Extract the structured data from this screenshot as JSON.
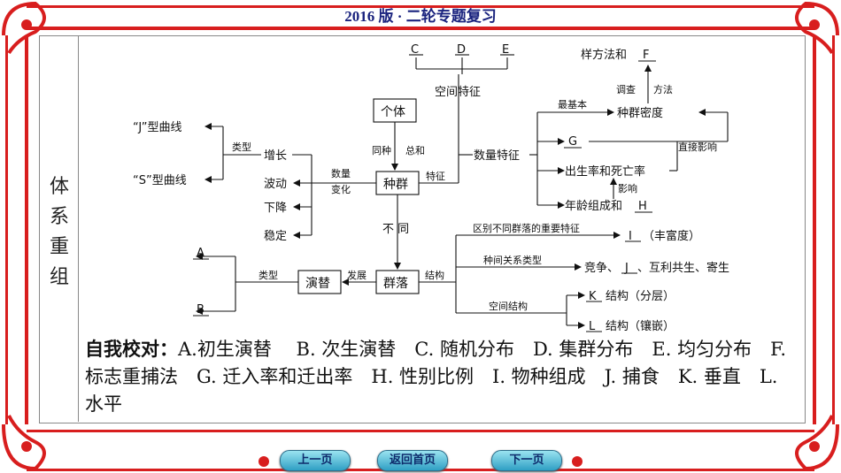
{
  "header": {
    "title": "2016 版 · 二轮专题复习"
  },
  "side": {
    "title": "体系重组"
  },
  "diagram": {
    "individual": "个体",
    "population": "种群",
    "community": "群落",
    "succession": "演替",
    "same_species": "同种",
    "sum": "总和",
    "feature": "特征",
    "not_same": "不 同",
    "spatial_feature": "空间特征",
    "C": "C",
    "D": "D",
    "E": "E",
    "quantity_feature": "数量特征",
    "most_basic": "最基本",
    "pop_density": "种群密度",
    "survey": "调查",
    "method": "方法",
    "sampling_method": "样方法和",
    "F": "F",
    "G": "G",
    "birth_death": "出生率和死亡率",
    "influence": "影响",
    "age_sex": "年龄组成和",
    "H": "H",
    "direct_influence": "直接影响",
    "quantity_change_1": "数量",
    "quantity_change_2": "变化",
    "increase": "增长",
    "fluctuate": "波动",
    "decline": "下降",
    "stable": "稳定",
    "type_1": "类型",
    "j_curve": "“J”型曲线",
    "s_curve": "“S”型曲线",
    "develop": "发展",
    "type_2": "类型",
    "A": "A",
    "B": "B",
    "structure": "结构",
    "diff_feature": "区别不同群落的重要特征",
    "I": "I",
    "richness": "（丰富度）",
    "interspecies": "种间关系类型",
    "J": "J",
    "compete": "竞争、",
    "mutual": "、互利共生、寄生",
    "spatial_structure": "空间结构",
    "K": "K",
    "layered": "结构（分层）",
    "L": "L",
    "mosaic": "结构（镶嵌）"
  },
  "answer": {
    "label": "自我校对：",
    "text": "A.初生演替　 B. 次生演替　C. 随机分布　D. 集群分布　E. 均匀分布　F. 标志重捕法　G. 迁入率和迁出率　H. 性别比例　I. 物种组成　J. 捕食　K. 垂直　L. 水平"
  },
  "nav": {
    "prev": "上一页",
    "home": "返回首页",
    "next": "下一页"
  }
}
